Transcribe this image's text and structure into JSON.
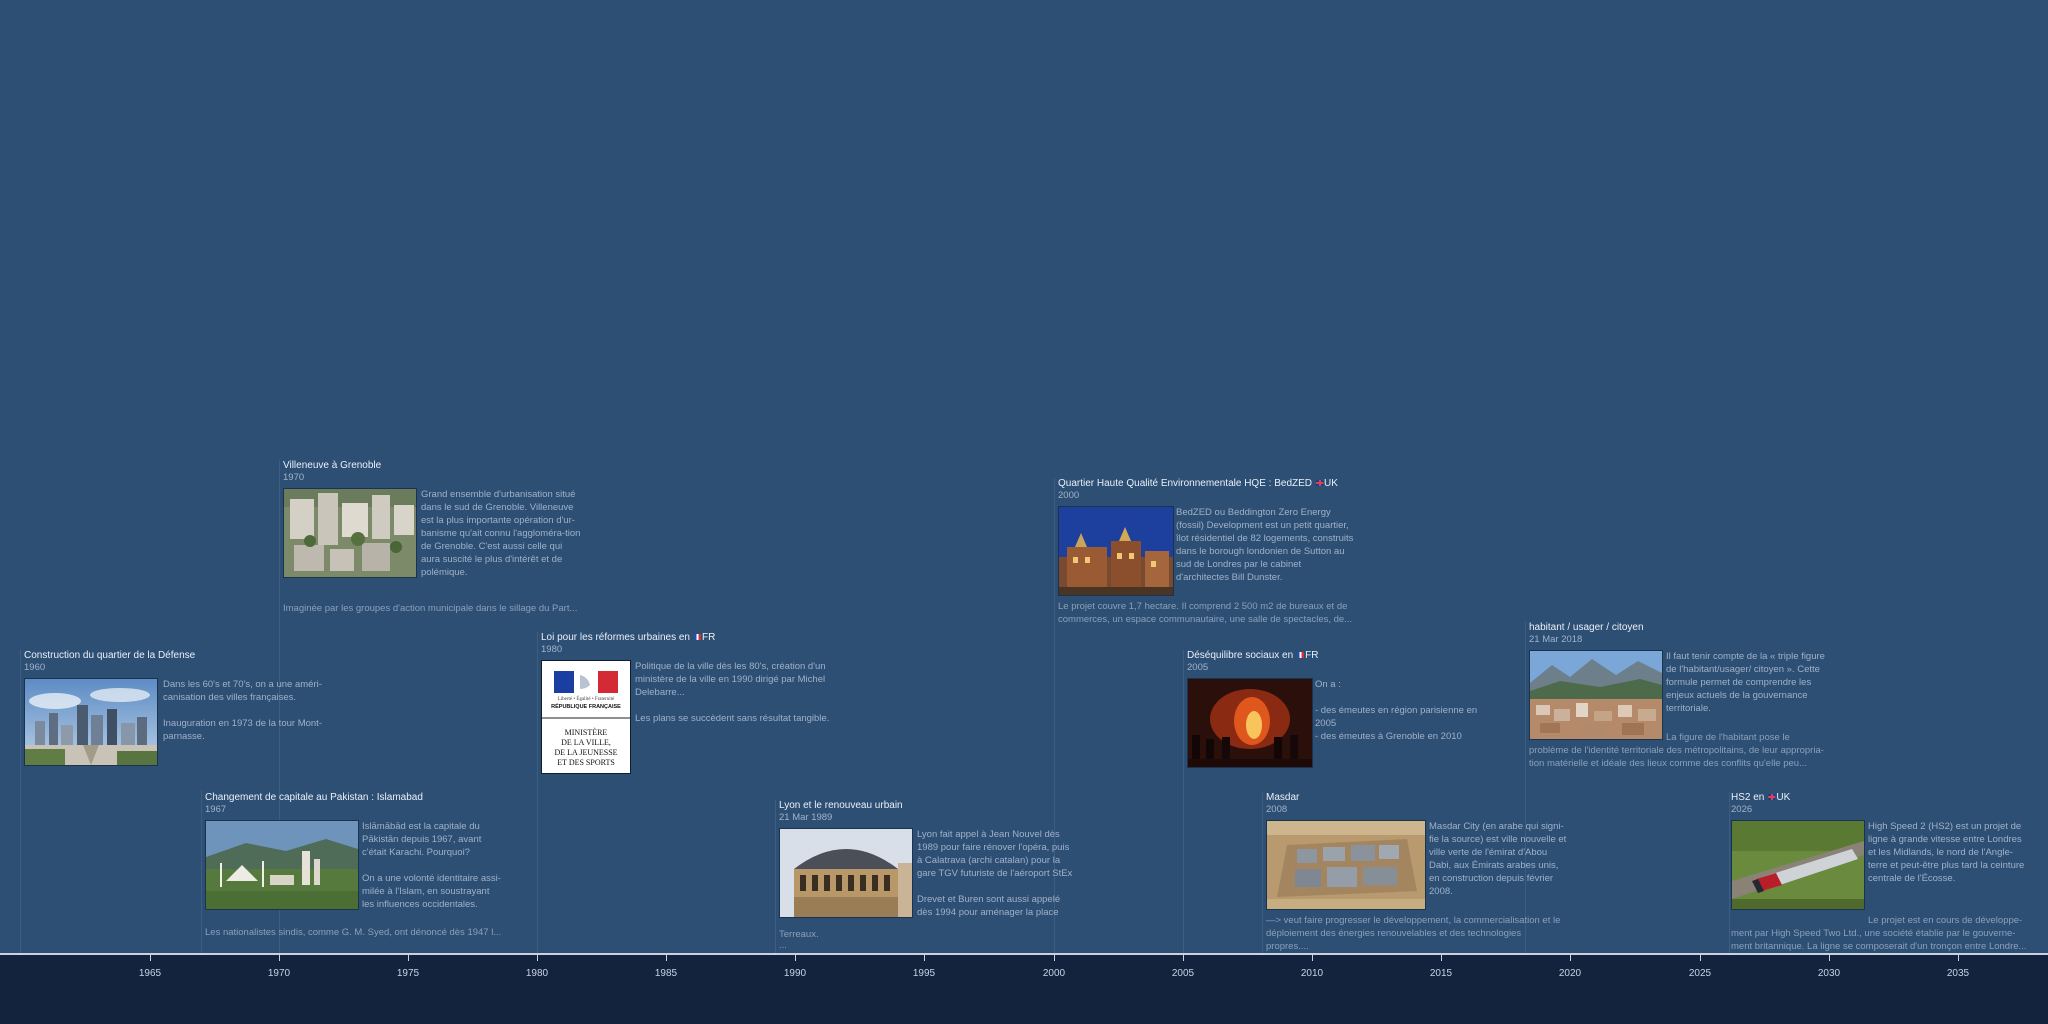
{
  "timeline": {
    "axis_labels": [
      "1965",
      "1970",
      "1975",
      "1980",
      "1985",
      "1990",
      "1995",
      "2000",
      "2005",
      "2010",
      "2015",
      "2020",
      "2025",
      "2030",
      "2035"
    ]
  },
  "events": {
    "defense": {
      "title": "Construction du quartier de la Défense",
      "date": "1960",
      "p1": "Dans les 60's et 70's, on a une améri-canisation des villes françaises.",
      "p2": "Inauguration en 1973 de la tour Mont-parnasse."
    },
    "villeneuve": {
      "title": "Villeneuve à Grenoble",
      "date": "1970",
      "p1": "Grand ensemble d'urbanisation situé dans le sud de Grenoble. Villeneuve est la plus importante opération d'ur-banisme qu'ait connu l'aggloméra-tion de Grenoble. C'est aussi celle qui aura suscité le plus d'intérêt et de polémique.",
      "more": "Imaginée par les groupes d'action municipale dans le sillage du Part..."
    },
    "islamabad": {
      "title": "Changement de capitale au Pakistan : Islamabad",
      "date": "1967",
      "p1": "Islāmābād est la capitale du Pākistān depuis 1967, avant c'était Karachi. Pourquoi?",
      "p2": "On a une volonté identitaire assi-milée à l'Islam, en soustrayant les influences occidentales.",
      "more": "Les nationalistes sindis, comme G. M. Syed, ont dénoncé dès 1947 l..."
    },
    "loi": {
      "title": "Loi pour les réformes urbaines en",
      "country": "FR",
      "date": "1980",
      "p1": "Politique de la ville dès les 80's, création d'un ministère de la ville en 1990 dirigé par  Michel Delebarre...",
      "p2": "Les plans se succèdent sans résultat tangible.",
      "logo": {
        "motto": "Liberté • Égalité • Fraternité",
        "republic": "RÉPUBLIQUE FRANÇAISE",
        "line1": "MINISTÈRE",
        "line2": "DE LA VILLE,",
        "line3": "DE LA JEUNESSE",
        "line4": "ET DES SPORTS"
      }
    },
    "lyon": {
      "title": "Lyon et le renouveau urbain",
      "date": "21 Mar 1989",
      "p1": "Lyon fait appel à Jean Nouvel dès 1989 pour faire rénover l'opéra, puis à Calatrava (archi catalan) pour la gare TGV futuriste de l'aéroport StEx",
      "p2": "Drevet et Buren sont aussi appelé dès 1994 pour aménager la place",
      "more1": "Terreaux.",
      "more2": "..."
    },
    "bedzed": {
      "title": "Quartier Haute Qualité Environnementale HQE : BedZED",
      "country": "UK",
      "date": "2000",
      "p1": "BedZED ou Beddington Zero Energy (fossil) Development est un petit quartier, îlot résidentiel de 82 logements, construits dans le borough londonien de Sutton au sud de Londres par le cabinet d'architectes Bill Dunster.",
      "more": "Le projet couvre 1,7 hectare. Il comprend 2 500 m2 de bureaux et de commerces, un espace communautaire, une salle de spectacles, de..."
    },
    "desequilibre": {
      "title": "Déséquilibre sociaux en",
      "country": "FR",
      "date": "2005",
      "p1": "On a :",
      "p2": "-  des émeutes en région parisienne en 2005",
      "p3": "-  des émeutes à Grenoble en 2010"
    },
    "masdar": {
      "title": "Masdar",
      "date": "2008",
      "p1": "Masdar City (en arabe qui signi-fie la source) est ville nouvelle et ville verte de l'émirat d'Abou Dabi, aux Émirats arabes unis, en construction depuis février 2008.",
      "more": "—> veut faire progresser le développement, la commercialisation et le déploiement des énergies renouvelables et des technologies propres...."
    },
    "habitant": {
      "title": "habitant / usager / citoyen",
      "date": "21 Mar 2018",
      "p1": "Il faut tenir compte de la « triple figure de l'habitant/usager/ citoyen ». Cette formule permet de comprendre les enjeux actuels de la gouvernance territoriale.",
      "more": "La figure de l'habitant pose le problème de l'identité territoriale des métropolitains, de leur appropria-tion matérielle et idéale des lieux comme des conflits qu'elle peu..."
    },
    "hs2": {
      "title": "HS2 en",
      "country": "UK",
      "date": "2026",
      "p1": "High Speed 2 (HS2) est un projet de ligne à grande vitesse entre Londres et les Midlands, le nord de l'Angle-terre et peut-être plus tard la ceinture centrale de l'Écosse.",
      "more": "Le projet est en cours de développe-ment par High Speed Two Ltd., une société établie par le gouverne-ment britannique. La ligne se composerait d'un tronçon entre Londre..."
    }
  }
}
